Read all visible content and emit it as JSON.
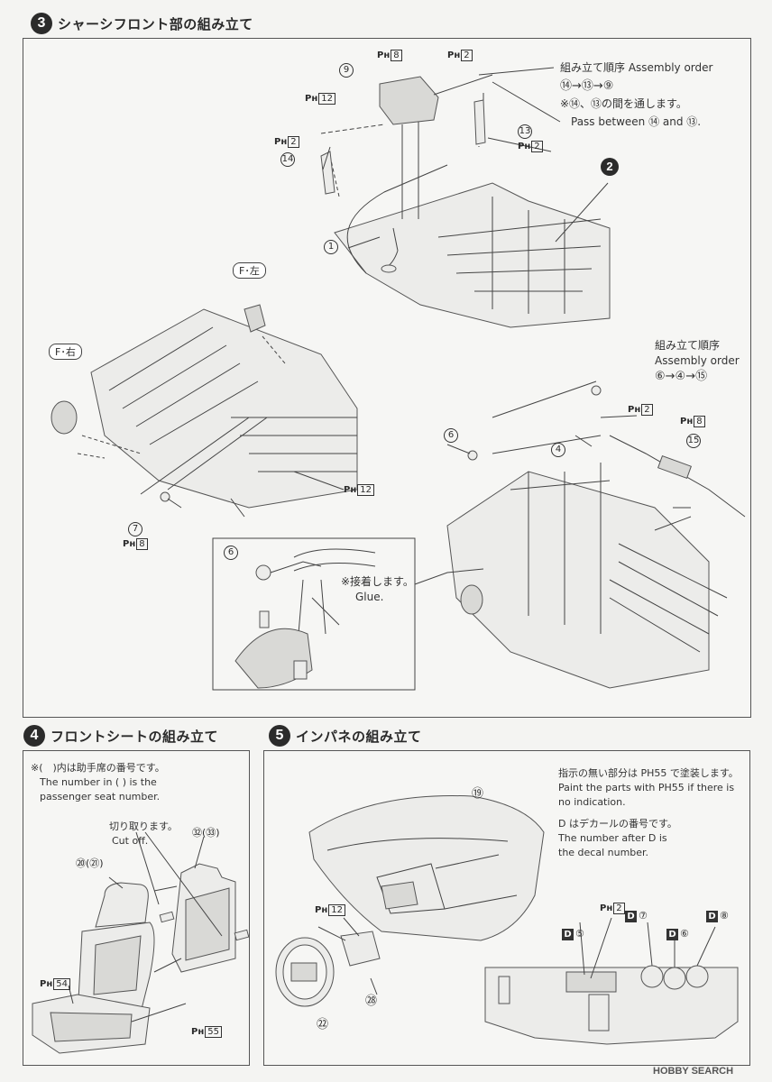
{
  "step3": {
    "num": "3",
    "title": "シャーシフロント部の組み立て",
    "order1_jp": "組み立て順序 Assembly order",
    "order1_seq": "⑭→⑬→⑨",
    "note_jp": "※⑭、⑬の間を通します。",
    "note_en": "Pass between ⑭ and ⑬.",
    "order2_jp": "組み立て順序",
    "order2_en": "Assembly order",
    "order2_seq": "⑥→④→⑮",
    "glue_jp": "※接着します。",
    "glue_en": "Glue.",
    "tag_left": "F･左",
    "tag_right": "F･右",
    "parts": [
      "9",
      "14",
      "13",
      "1",
      "2",
      "6",
      "4",
      "15",
      "7",
      "6"
    ],
    "ph": [
      "PH8",
      "PH2",
      "PH12",
      "PH2",
      "PH2",
      "PH12",
      "PH8",
      "PH2",
      "PH8"
    ]
  },
  "step4": {
    "num": "4",
    "title": "フロントシートの組み立て",
    "note_jp": "※(　)内は助手席の番号です。",
    "note_en1": "The number in ( ) is the",
    "note_en2": "passenger seat number.",
    "cut_jp": "切り取ります。",
    "cut_en": "Cut off.",
    "part_seat": "⑳(㉑)",
    "part_back": "㉜(㉝)",
    "ph_seat": "54",
    "ph_back": "55"
  },
  "step5": {
    "num": "5",
    "title": "インパネの組み立て",
    "note1_jp": "指示の無い部分は PH55 で塗装します。",
    "note1_en1": "Paint the parts with PH55 if there is",
    "note1_en2": "no indication.",
    "note2_jp": "D はデカールの番号です。",
    "note2_en1": "The number after D is",
    "note2_en2": "the decal number.",
    "part_dash": "⑲",
    "part_wheel": "㉒",
    "part_column": "㉘",
    "ph_column": "12",
    "ph_panel": "2",
    "decals": [
      "⑤",
      "⑦",
      "⑥",
      "⑧"
    ]
  },
  "watermark": "HOBBY SEARCH",
  "colors": {
    "ink": "#2b2b2b",
    "paper": "#f4f4f2"
  }
}
